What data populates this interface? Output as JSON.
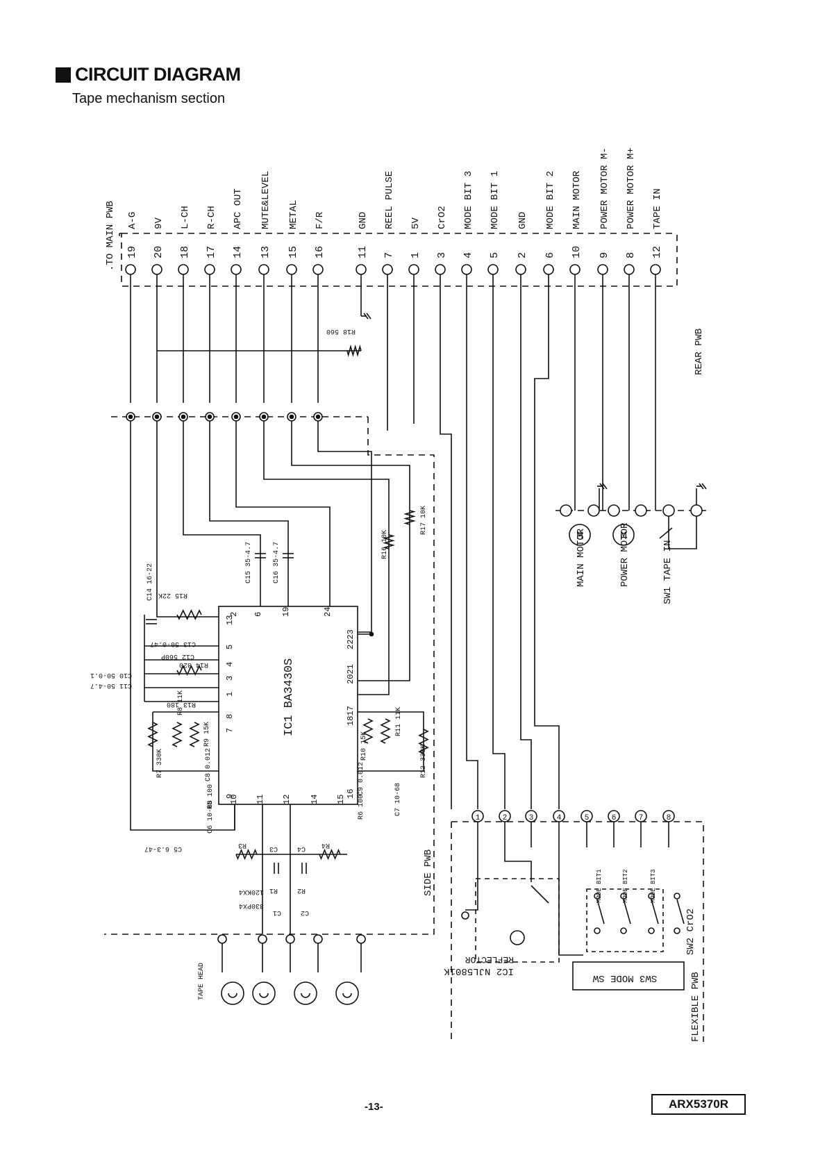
{
  "header": {
    "title": "CIRCUIT DIAGRAM",
    "subtitle": "Tape mechanism section"
  },
  "connector": {
    "to_label": "TO MAIN PWB",
    "pins": [
      {
        "num": "19",
        "signal": "A-G"
      },
      {
        "num": "20",
        "signal": "9V"
      },
      {
        "num": "18",
        "signal": "L-CH"
      },
      {
        "num": "17",
        "signal": "R-CH"
      },
      {
        "num": "14",
        "signal": "APC OUT"
      },
      {
        "num": "13",
        "signal": "MUTE&LEVEL"
      },
      {
        "num": "15",
        "signal": "METAL"
      },
      {
        "num": "16",
        "signal": "F/R"
      },
      {
        "num": "11",
        "signal": "GND"
      },
      {
        "num": "7",
        "signal": "REEL PULSE"
      },
      {
        "num": "1",
        "signal": "5V"
      },
      {
        "num": "3",
        "signal": "CrO2"
      },
      {
        "num": "4",
        "signal": "MODE BIT 3"
      },
      {
        "num": "5",
        "signal": "MODE BIT 1"
      },
      {
        "num": "2",
        "signal": "GND"
      },
      {
        "num": "6",
        "signal": "MODE BIT 2"
      },
      {
        "num": "10",
        "signal": "MAIN MOTOR"
      },
      {
        "num": "9",
        "signal": "POWER MOTOR M-"
      },
      {
        "num": "8",
        "signal": "POWER MOTOR M+"
      },
      {
        "num": "12",
        "signal": "TAPE IN"
      }
    ]
  },
  "boards": {
    "rear": "REAR PWB",
    "side": "SIDE PWB",
    "flexible": "FLEXIBLE PWB"
  },
  "ic1": {
    "label": "IC1 BA3430S",
    "pins_top": [
      "2",
      "6",
      "19",
      "24"
    ],
    "pins_left": [
      "13",
      "5",
      "4",
      "3",
      "1",
      "8",
      "7",
      "9"
    ],
    "pins_right": [
      "2223",
      "2021",
      "1817",
      "16"
    ],
    "pins_bottom": [
      "10",
      "11",
      "12",
      "14",
      "15"
    ]
  },
  "components": {
    "r18": "R18 560",
    "r16": "R16 10K",
    "r17": "R17 10K",
    "c14": "C14 16-22",
    "c15": "C15 35-4.7",
    "c16": "C16 35-4.7",
    "r15": "R15 22K",
    "c13": "C13 50-0.47",
    "c12": "C12 560P",
    "r14": "R14 820",
    "c11": "C11 50-4.7",
    "c10": "C10 50-0.1",
    "r13": "R13 180",
    "r8": "R8 11K",
    "r7": "R7 330K",
    "r9": "R9 15K",
    "c8": "C8 0.012",
    "r5": "R5 100",
    "c6": "C6 10-68",
    "c5": "C5 6.3-47",
    "r10": "R10 15K",
    "r11": "R11 11K",
    "c9": "C9 0.012",
    "r12": "R12 330K",
    "r6": "R6 100",
    "c7": "C7 10-68",
    "r3": "R3",
    "r4": "R4",
    "c3": "C3",
    "c4": "C4",
    "r1": "R1",
    "r2": "R2",
    "c1": "C1",
    "c2": "C2",
    "rx": "120KX4",
    "cx": "330PX4",
    "tape_head": "TAPE HEAD",
    "main_motor": "MAIN MOTOR",
    "power_motor": "POWER MOTOR",
    "sw1": "SW1 TAPE IN",
    "ic2": "IC2 NJL5801K",
    "reflector": "REFLECTOR",
    "sw3": "SW3 MODE SW",
    "sw2": "SW2 CrO2",
    "mode_bit1": "MODE BIT1",
    "mode_bit2": "MODE BIT2",
    "mode_bit3": "MODE BIT3",
    "motor_glyph": "M"
  },
  "flex_pins": [
    "1",
    "2",
    "3",
    "4",
    "5",
    "6",
    "7",
    "8"
  ],
  "footer": {
    "page": "-13-",
    "model": "ARX5370R"
  }
}
